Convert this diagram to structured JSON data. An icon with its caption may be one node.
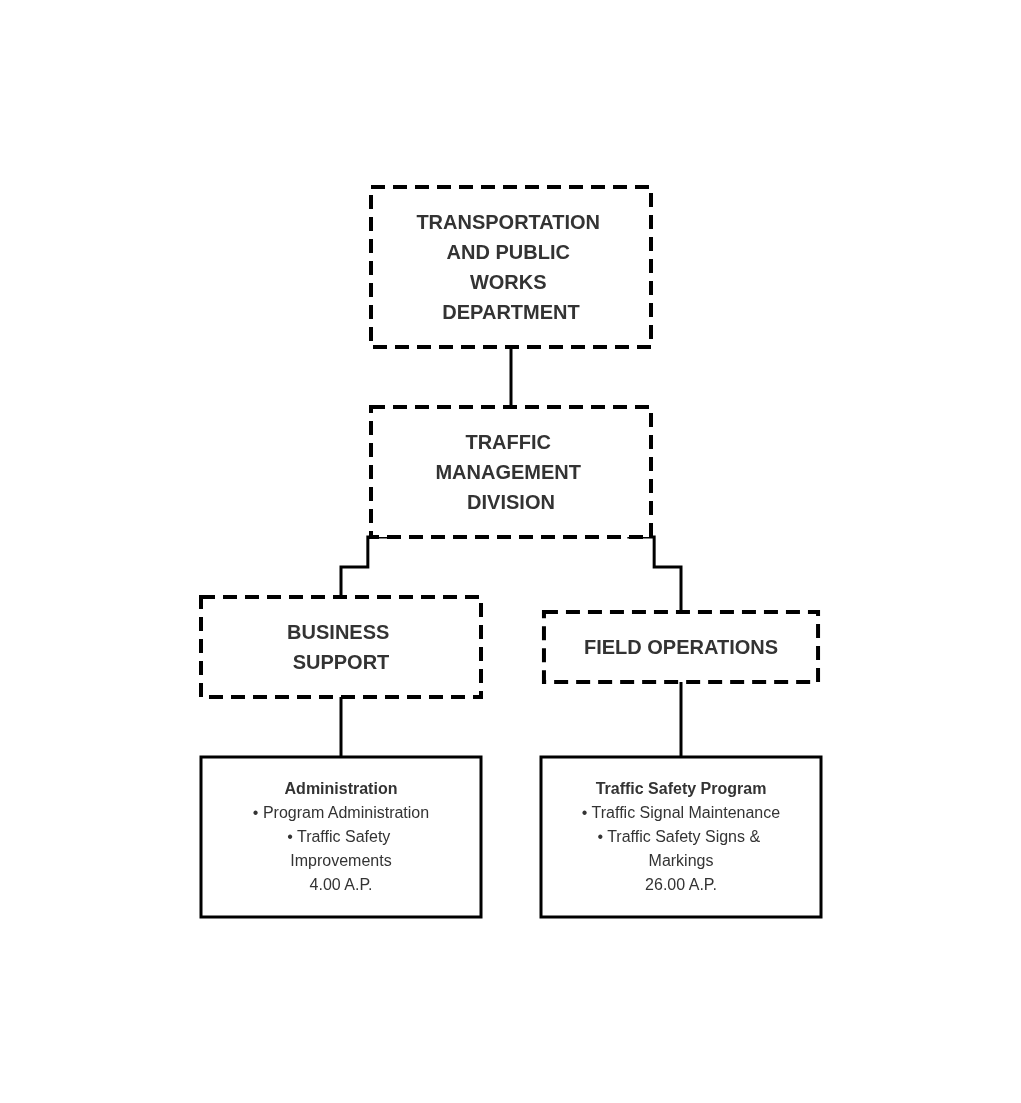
{
  "diagram": {
    "nodes": [
      {
        "text": [
          "TRANSPORTATION AND PUBLIC WORKS DEPARTMENT"
        ]
      },
      {
        "text": [
          "TRAFFIC MANAGEMENT DIVISION"
        ]
      },
      {
        "text": [
          "BUSINESS SUPPORT"
        ]
      },
      {
        "text": [
          "FIELD OPERATIONS"
        ]
      },
      {
        "text": [
          "Administration",
          "• Program Administration",
          "• Traffic Safety Improvements",
          "4.00 A.P."
        ]
      },
      {
        "text": [
          "Traffic Safety Program",
          "• Traffic Signal Maintenance",
          "• Traffic Safety Signs & Markings",
          "26.00 A.P."
        ]
      }
    ],
    "edges": [
      {
        "from": 0,
        "to": 1,
        "arrow": "none"
      },
      {
        "from": 1,
        "to": 2,
        "arrow": "none"
      },
      {
        "from": 1,
        "to": 3,
        "arrow": "none"
      },
      {
        "from": 2,
        "to": 4,
        "arrow": "none"
      },
      {
        "from": 3,
        "to": 5,
        "arrow": "none"
      }
    ]
  }
}
